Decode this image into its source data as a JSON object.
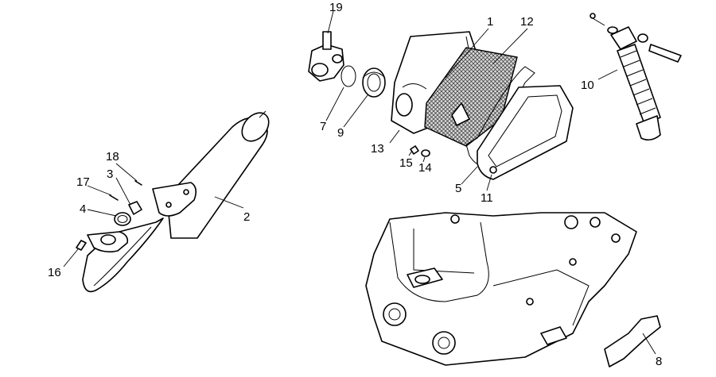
{
  "labels": {
    "p1": "1",
    "p2": "2",
    "p3": "3",
    "p4": "4",
    "p5": "5",
    "p7": "7",
    "p8": "8",
    "p9": "9",
    "p10": "10",
    "p11": "11",
    "p12": "12",
    "p13": "13",
    "p14": "14",
    "p15": "15",
    "p16": "16",
    "p17": "17",
    "p18": "18",
    "p19": "19"
  }
}
